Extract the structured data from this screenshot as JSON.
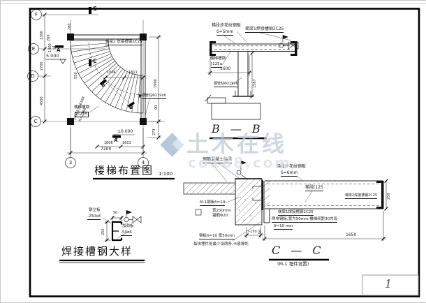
{
  "page": {
    "number": "1"
  },
  "watermark": {
    "brand": "土木在线",
    "site": "co188.com",
    "logo_color": "#a6bbd1",
    "logo_color_light": "#d2dde7"
  },
  "plan": {
    "title": "楼梯布置图",
    "scale": "1:100",
    "grids": {
      "f": "F",
      "e": "E",
      "d": "D",
      "c": "C",
      "n3": "3",
      "n4": "4"
    },
    "dims": {
      "d1300": "1300",
      "d2700": "2700",
      "d4500": "4500",
      "d7200": "7200",
      "d1990": "1990",
      "d273": "273",
      "d280": "280",
      "d200": "200",
      "d1400": "1400",
      "d550": "550",
      "d90": "90",
      "d1004": "1004",
      "d1811": "1811",
      "d1806": "1806",
      "d1601": "1601"
    },
    "elev_up": "5.000",
    "elev_zero": "±0.000",
    "down": "下",
    "beam_label": "梯梁2 焊接槽钢2C25",
    "channel_label": "楼梯槽钢",
    "channel_size": "[125a",
    "column_label": "钢管柱Φ219x6",
    "arc_note1": "24x257=6168",
    "arc_note2": "R=2460",
    "mark_a": "A",
    "mark_b": "B",
    "mark_c": "C"
  },
  "section_bb": {
    "title": "B — B",
    "tread_plate": "梯段步花纹钢板",
    "tread_thick": "δ=5mm",
    "beam_label": "梯梁1焊接槽钢2C25",
    "channel_label": "楼梯槽钢",
    "channel_size": "[125a",
    "column_label": "钢管柱Φ219x6",
    "dim_1600": "1600",
    "dim_1587": "1587"
  },
  "section_cc": {
    "title": "C — C",
    "subtitle": "(M-1 埋件设置)",
    "rc_beam": "钢筋混凝土梯梁",
    "tread_plate": "梯段步花纹钢板",
    "tread_thick": "δ=6mm",
    "stair_channel": "梯段[125",
    "beam_label_right": "梯梁2焊接槽钢2C25",
    "beam_label_below": "梯梁1焊接槽钢2C25",
    "note_plates": "两块钢板,宽为50mm,楼梯间距30共设",
    "note_thick": "δ=10 mm",
    "m1_plate": "M-1钢板δ=10",
    "m1_width": "宽250mm",
    "m1_anchor": "锚筋Φ20",
    "note_bar": "钢板δ=10 宽50mm",
    "note_weld": "每块埋件处最少设两条,卡紧焊死",
    "dim_150": ">150",
    "dim_50": "50",
    "dim_1650": "1650",
    "dim_250": "250"
  },
  "detail": {
    "title": "焊接槽钢大样",
    "plate_label": "钢立板",
    "plate_size": "-250x8",
    "stiffener_label": "加劲板",
    "stiffener_size": "-50x6",
    "dim_50": "50",
    "dim_250": "250"
  }
}
